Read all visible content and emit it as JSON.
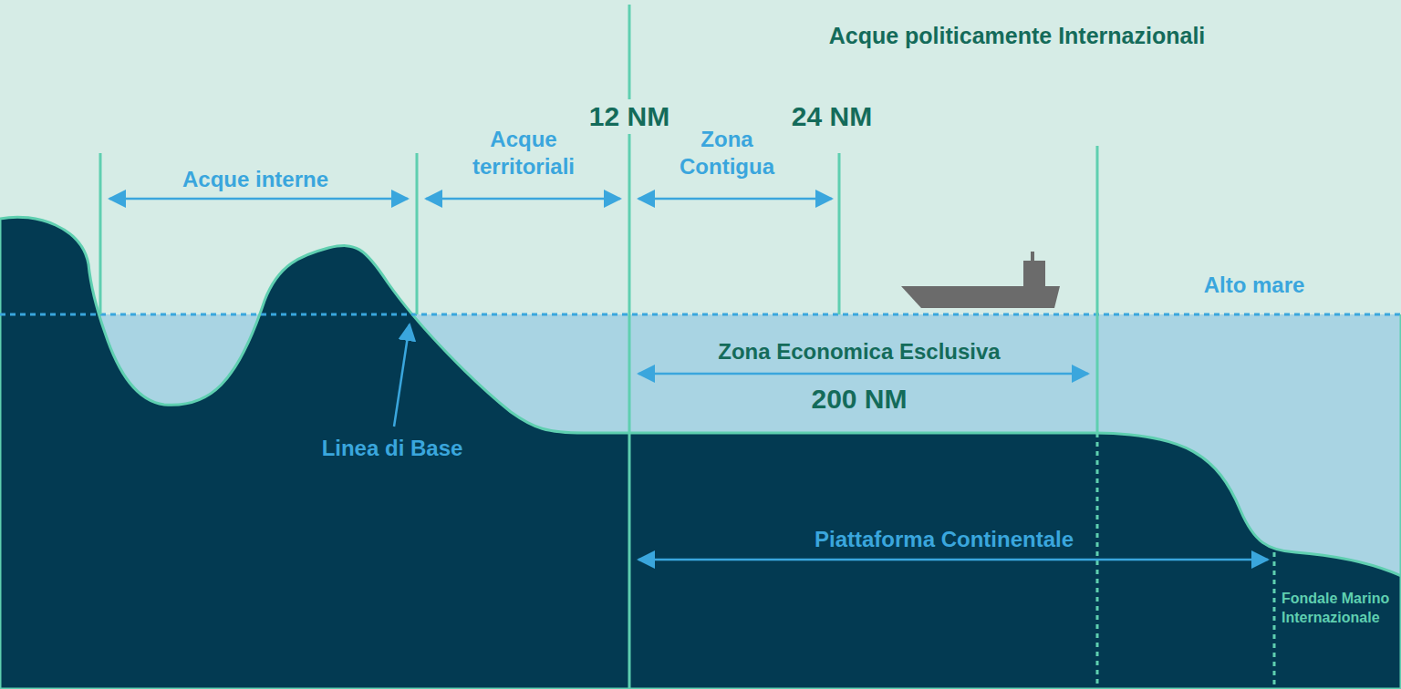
{
  "diagram": {
    "labels": [
      "Acque politicamente Internazionali",
      "12 NM",
      "24 NM",
      "Acque interne",
      "Acque territoriali",
      "Zona Contigua",
      "Alto mare",
      "Zona Economica Esclusiva",
      "200 NM",
      "Linea di Base",
      "Piattaforma Continentale",
      "Fondale Marino Internazionale"
    ]
  }
}
